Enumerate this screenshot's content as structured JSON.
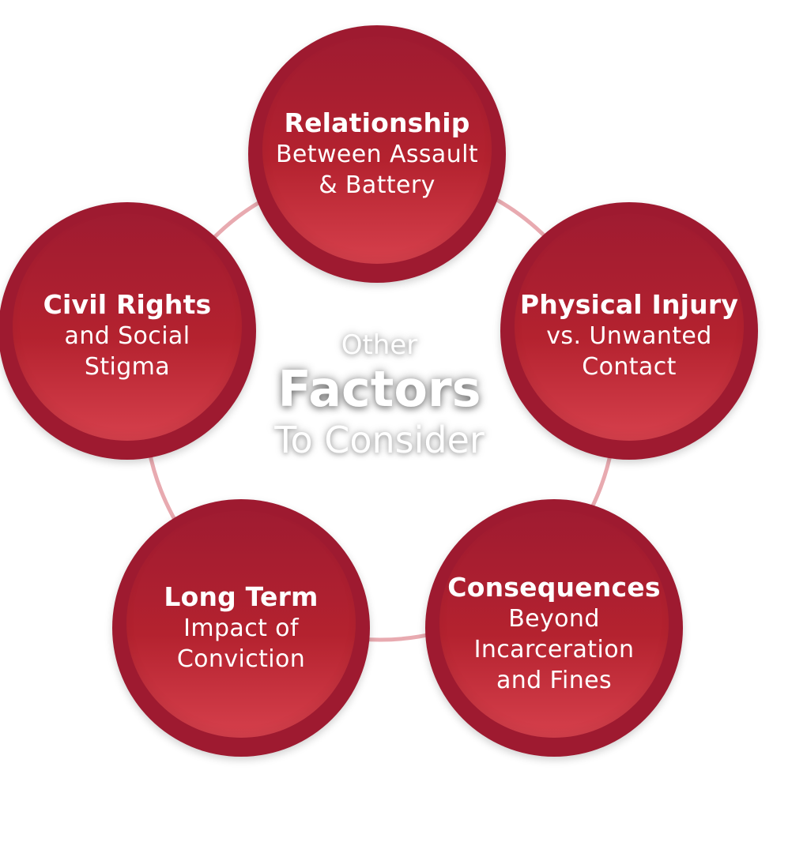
{
  "colors": {
    "circle_outer": "#9e1a30",
    "circle_gradient_top": "#9f1b31",
    "circle_gradient_bottom": "#d6404c",
    "ring": "#e8aab0",
    "text": "#ffffff"
  },
  "center": {
    "line1": "Other",
    "line2": "Factors",
    "line3": "To Consider"
  },
  "factors": [
    {
      "title": "Relationship",
      "subtitle_lines": [
        "Between Assault",
        "& Battery"
      ]
    },
    {
      "title": "Physical Injury",
      "subtitle_lines": [
        "vs. Unwanted",
        "Contact"
      ]
    },
    {
      "title": "Consequences",
      "subtitle_lines": [
        "Beyond",
        "Incarceration",
        "and Fines"
      ]
    },
    {
      "title": "Long Term",
      "subtitle_lines": [
        "Impact of",
        "Conviction"
      ]
    },
    {
      "title": "Civil Rights",
      "subtitle_lines": [
        "and Social",
        "Stigma"
      ]
    }
  ]
}
